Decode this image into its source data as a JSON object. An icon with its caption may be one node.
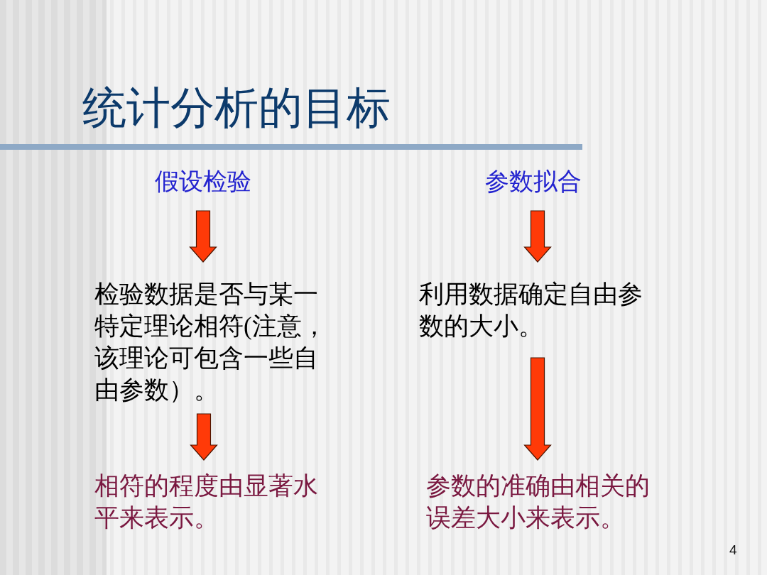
{
  "diagram": {
    "title": "统计分析的目标",
    "nodes": [
      {
        "text": [
          "假设检验"
        ]
      },
      {
        "text": [
          "参数拟合"
        ]
      },
      {
        "text": [
          "检验数据是否与某一特定理论相符(注意，该理论可包含一些自由参数）。"
        ]
      },
      {
        "text": [
          "利用数据确定自由参数的大小。"
        ]
      },
      {
        "text": [
          "相符的程度由显著水平来表示。"
        ]
      },
      {
        "text": [
          "参数的准确由相关的误差大小来表示。"
        ]
      }
    ],
    "edges": [
      {
        "from": 0,
        "to": 2,
        "arrow": "to"
      },
      {
        "from": 2,
        "to": 4,
        "arrow": "to"
      },
      {
        "from": 1,
        "to": 3,
        "arrow": "to"
      },
      {
        "from": 3,
        "to": 5,
        "arrow": "to"
      }
    ],
    "labels": [
      "4"
    ]
  }
}
